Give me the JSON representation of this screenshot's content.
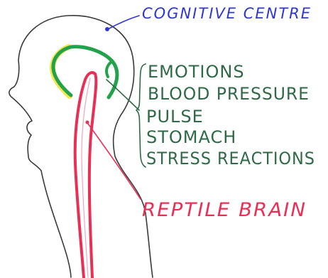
{
  "labels": {
    "cognitive_centre": "COGNITIVE CENTRE",
    "emotions": "EMOTIONS",
    "blood_pressure": "BLOOD PRESSURE",
    "pulse": "PULSE",
    "stomach": "STOMACH",
    "stress_reactions": "STRESS REACTIONS",
    "reptile_brain": "REPTILE BRAIN"
  },
  "colors": {
    "outline": "#3a3a3a",
    "cognitive": "#2f36d6",
    "limbic": "#22a24a",
    "limbic_highlight": "#f3e64a",
    "limbic_text": "#2e6a45",
    "reptile": "#ea2f55"
  }
}
